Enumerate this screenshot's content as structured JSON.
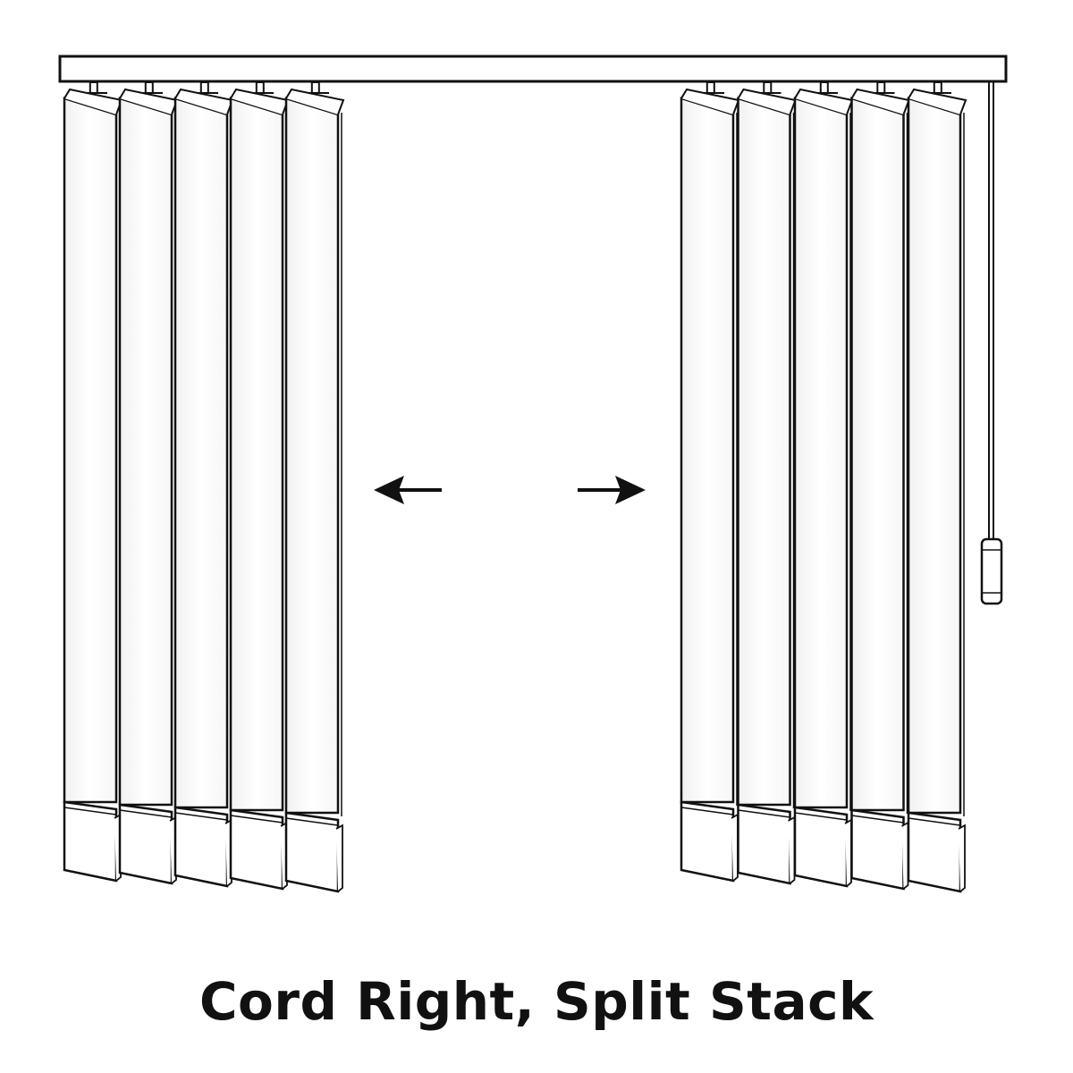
{
  "caption": "Cord Right, Split Stack",
  "blinds": {
    "left_stack_count": 5,
    "right_stack_count": 5,
    "cord_side": "right",
    "open_direction": "split"
  },
  "arrows": [
    {
      "name": "arrow-left-icon",
      "direction": "left"
    },
    {
      "name": "arrow-right-icon",
      "direction": "right"
    }
  ],
  "colors": {
    "line": "#111111",
    "fill": "#ffffff",
    "shade": "#eeeeee"
  }
}
